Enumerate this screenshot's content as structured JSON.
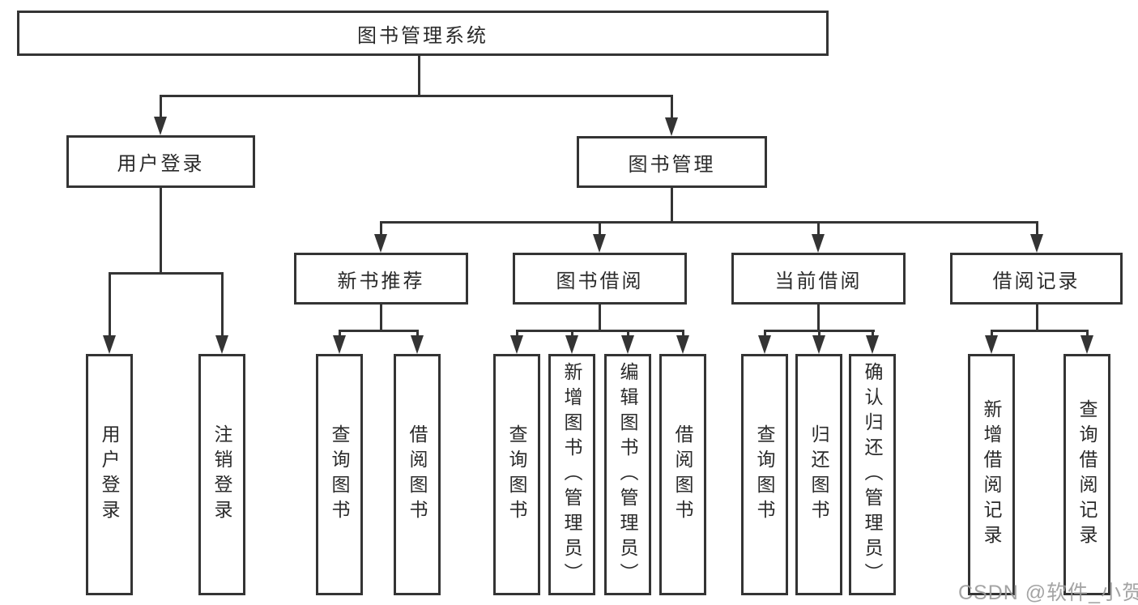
{
  "diagram_title": "图书管理系统",
  "watermark": "CSDN @软件_小贺同学",
  "colors": {
    "line": "#343434",
    "text": "#2a2a2a",
    "watermark": "#9b9b9b"
  },
  "tree": {
    "root": {
      "label": "图书管理系统"
    },
    "branches": [
      {
        "label": "用户登录",
        "children": [
          {
            "label": "用户登录"
          },
          {
            "label": "注销登录"
          }
        ]
      },
      {
        "label": "图书管理",
        "children": [
          {
            "label": "新书推荐",
            "children": [
              {
                "label": "查询图书"
              },
              {
                "label": "借阅图书"
              }
            ]
          },
          {
            "label": "图书借阅",
            "children": [
              {
                "label": "查询图书"
              },
              {
                "label": "新增图书（管理员）"
              },
              {
                "label": "编辑图书（管理员）"
              },
              {
                "label": "借阅图书"
              }
            ]
          },
          {
            "label": "当前借阅",
            "children": [
              {
                "label": "查询图书"
              },
              {
                "label": "归还图书"
              },
              {
                "label": "确认归还（管理员）"
              }
            ]
          },
          {
            "label": "借阅记录",
            "children": [
              {
                "label": "新增借阅记录"
              },
              {
                "label": "查询借阅记录"
              }
            ]
          }
        ]
      }
    ]
  }
}
